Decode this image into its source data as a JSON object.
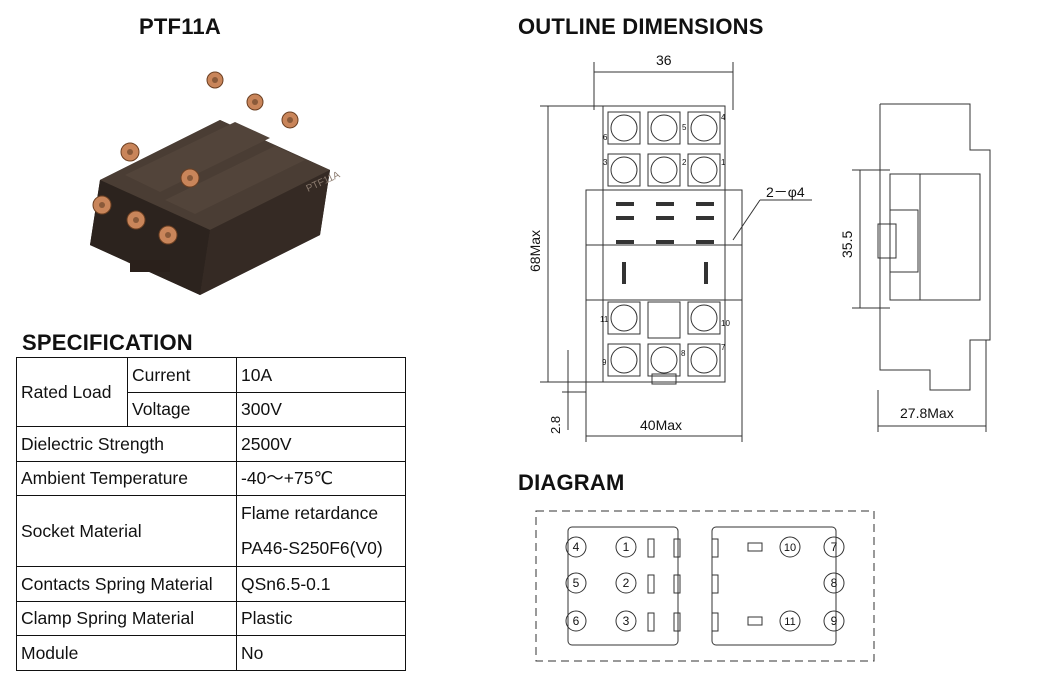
{
  "product": {
    "title": "PTF11A",
    "photo_label": "PTF11A"
  },
  "specification": {
    "title": "SPECIFICATION",
    "rated_load": {
      "label": "Rated Load",
      "current_label": "Current",
      "current_value": "10A",
      "voltage_label": "Voltage",
      "voltage_value": "300V"
    },
    "rows": [
      {
        "label": "Dielectric Strength",
        "value": "2500V"
      },
      {
        "label": "Ambient Temperature",
        "value": "-40～+75℃"
      },
      {
        "label": "Socket Material",
        "value_line1": "Flame retardance",
        "value_line2": "PA46-S250F6(V0)"
      },
      {
        "label": "Contacts Spring Material",
        "value": "QSn6.5-0.1"
      },
      {
        "label": "Clamp Spring Material",
        "value": "Plastic"
      },
      {
        "label": "Module",
        "value": "No"
      }
    ]
  },
  "outline": {
    "title": "OUTLINE DIMENSIONS",
    "dim_width": "36",
    "dim_height": "68Max",
    "dim_hole": "2－φ4",
    "dim_base": "40Max",
    "dim_offset": "2.8",
    "dim_side_height": "35.5",
    "dim_depth": "27.8Max",
    "terminal_numbers": [
      "6",
      "5",
      "4",
      "3",
      "2",
      "1",
      "11",
      "10",
      "9",
      "8",
      "7"
    ]
  },
  "diagram": {
    "title": "DIAGRAM",
    "terminals": [
      "1",
      "2",
      "3",
      "4",
      "5",
      "6",
      "7",
      "8",
      "9",
      "10",
      "11"
    ]
  },
  "colors": {
    "text": "#111111",
    "socket_body": "#3a2f28",
    "terminal": "#c9855a",
    "line": "#333333"
  }
}
